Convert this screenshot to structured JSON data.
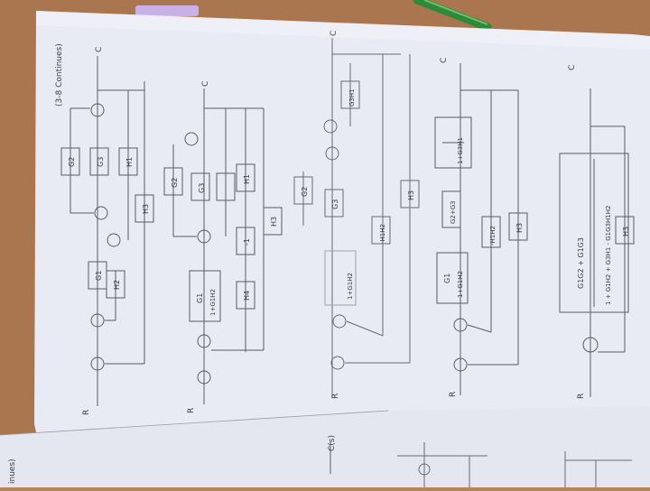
{
  "page": {
    "header_note": "(3-8 Continues)",
    "corner_note": "inues)",
    "side_output_label": "C(s)"
  },
  "diagram_1": {
    "input": "R",
    "output": "C",
    "blocks": {
      "g1": "G1",
      "g2": "G2",
      "g3": "G3",
      "h1": "H1",
      "h2": "H2",
      "h3": "H3"
    }
  },
  "diagram_2": {
    "input": "R",
    "output": "C",
    "blocks": {
      "g1_frac_num": "G1",
      "g1_frac_den": "1+G1H2",
      "g2": "G2",
      "g3": "G3",
      "h1": "H1",
      "m1": "-1",
      "h4": "H4",
      "h3": "H3"
    }
  },
  "diagram_3": {
    "input": "R",
    "output": "C",
    "blocks": {
      "g2": "G2",
      "g3": "G3",
      "g3h1": "G3H1",
      "h3": "H3",
      "h1h2": "-H1H2",
      "frac": "1+G1H2"
    }
  },
  "diagram_4": {
    "input": "R",
    "output": "C",
    "blocks": {
      "g1_num": "G1",
      "g1_den": "1+G1H2",
      "g2g3": "G2+G3",
      "inner": "1+G3H1",
      "h1h2": "-H1H2",
      "h3": "H3"
    }
  },
  "diagram_5": {
    "input": "R",
    "output": "C",
    "blocks": {
      "tf_num": "G1G2 + G1G3",
      "tf_den": "1 + G1H2 + G3H1 - G1G3H1H2",
      "h3": "H3"
    }
  }
}
